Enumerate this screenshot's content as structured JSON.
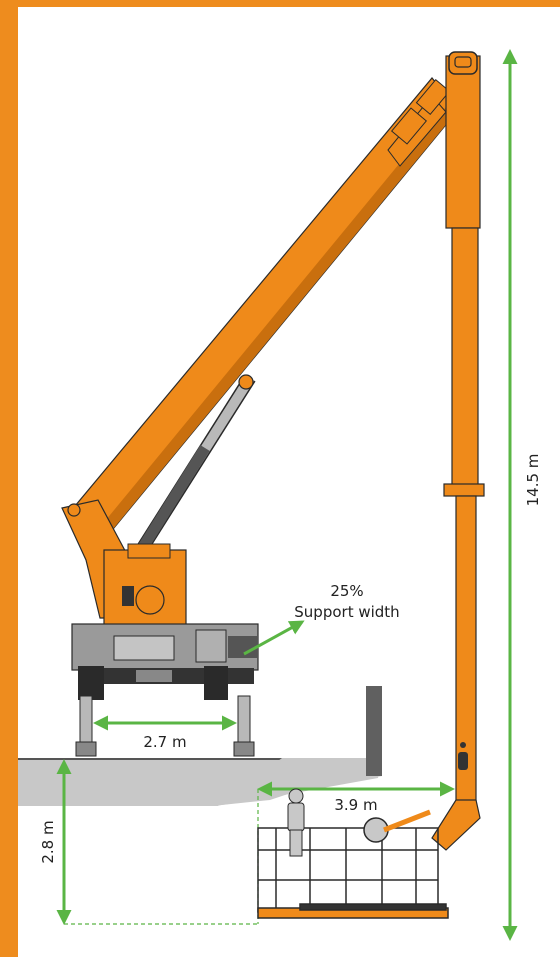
{
  "labels": {
    "platform_height": "14.5 m",
    "support_percent": "25%",
    "support_text": "Support width",
    "support_span": "2.7 m",
    "outreach": "3.9 m",
    "depth": "2.8 m"
  },
  "colors": {
    "frame": "#ee8c1e",
    "boom": "#ef8a1a",
    "boom_dark": "#c96f0e",
    "dimension": "#5ab544",
    "ground": "#c8c8c8",
    "wall": "#606060",
    "chassis": "#9a9a9a",
    "outline": "#2a2a2a"
  }
}
